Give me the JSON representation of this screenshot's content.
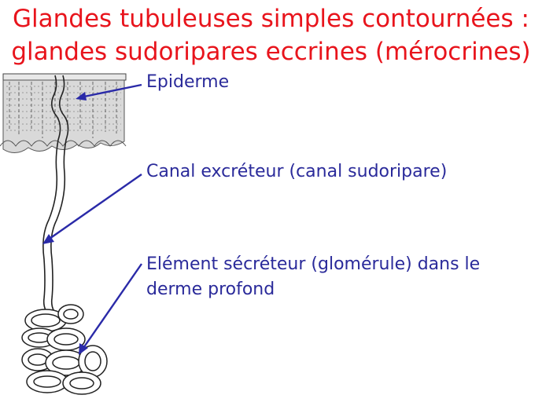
{
  "title": {
    "line1": "Glandes tubuleuses simples contournées :",
    "line2": "glandes sudoripares eccrines (mérocrines)"
  },
  "labels": {
    "epiderme": "Epiderme",
    "canal": "Canal excréteur (canal sudoripare)",
    "element_line1": "Elément sécréteur (glomérule) dans le",
    "element_line2": "derme profond"
  },
  "colors": {
    "title": "#e8141c",
    "label": "#2a2a9a",
    "arrow": "#2a2aa8",
    "drawing": "#222222"
  }
}
